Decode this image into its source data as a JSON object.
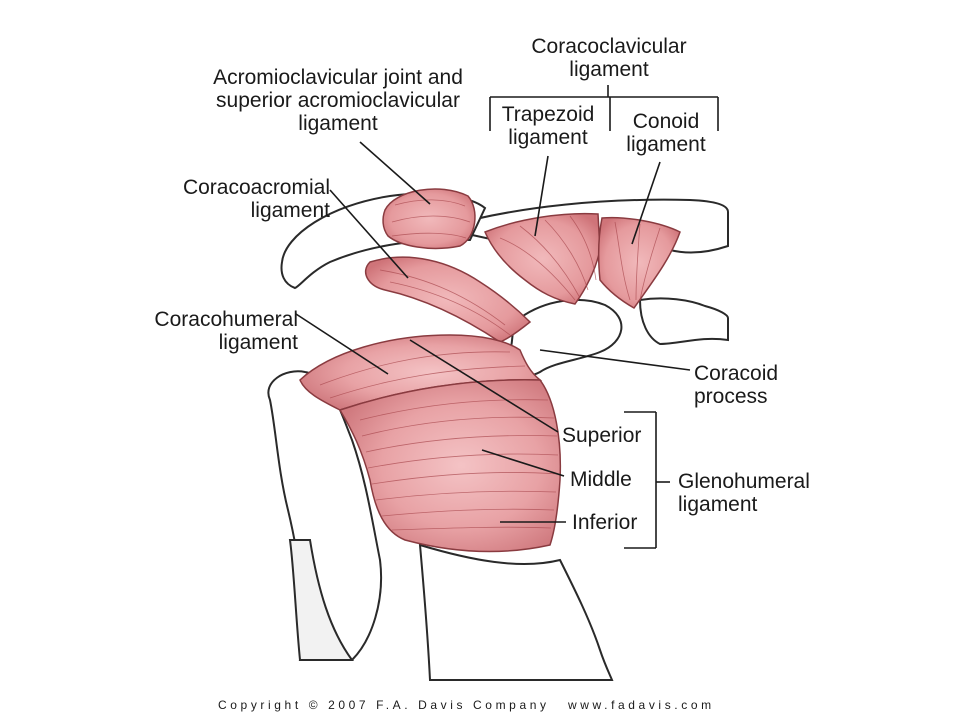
{
  "labels": {
    "coracoclavicular": {
      "line1": "Coracoclavicular",
      "line2": "ligament"
    },
    "trapezoid": {
      "line1": "Trapezoid",
      "line2": "ligament"
    },
    "conoid": {
      "line1": "Conoid",
      "line2": "ligament"
    },
    "acromioclavicular": {
      "line1": "Acromioclavicular joint and",
      "line2": "superior acromioclavicular",
      "line3": "ligament"
    },
    "coracoacromial": {
      "line1": "Coracoacromial",
      "line2": "ligament"
    },
    "coracohumeral": {
      "line1": "Coracohumeral",
      "line2": "ligament"
    },
    "coracoid": {
      "line1": "Coracoid",
      "line2": "process"
    },
    "superior": "Superior",
    "middle": "Middle",
    "inferior": "Inferior",
    "glenohumeral": {
      "line1": "Glenohumeral",
      "line2": "ligament"
    }
  },
  "footer": {
    "copyright": "Copyright © 2007 F.A. Davis Company",
    "website": "www.fadavis.com"
  },
  "colors": {
    "ligament": "#e59a9d",
    "ligament_dark": "#c9656b",
    "bone": "#ffffff",
    "outline": "#2a2a2a"
  }
}
